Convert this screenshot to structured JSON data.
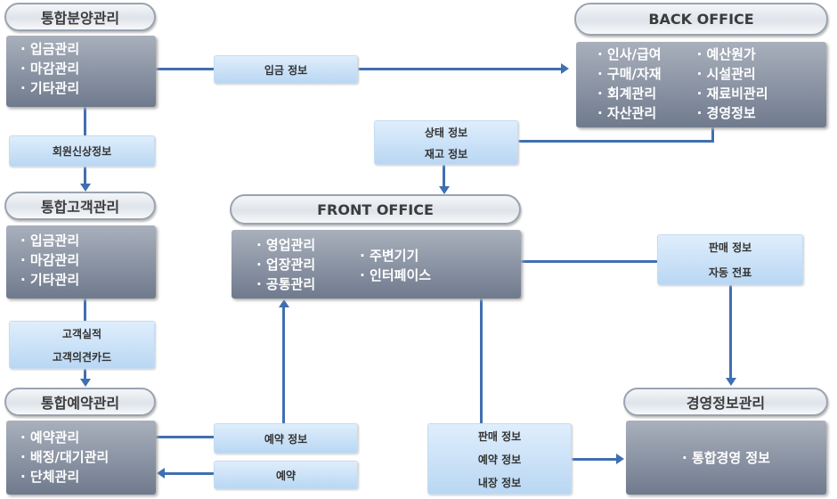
{
  "bunyang": {
    "title": "통합분양관리",
    "items": [
      "입금관리",
      "마감관리",
      "기타관리"
    ]
  },
  "customer": {
    "title": "통합고객관리",
    "items": [
      "입금관리",
      "마감관리",
      "기타관리"
    ]
  },
  "reservation": {
    "title": "통합예약관리",
    "items": [
      "예약관리",
      "배정/대기관리",
      "단체관리"
    ]
  },
  "back_office": {
    "title": "BACK OFFICE",
    "col1": [
      "인사/급여",
      "구매/자재",
      "회계관리",
      "자산관리"
    ],
    "col2": [
      "예산원가",
      "시설관리",
      "재료비관리",
      "경영정보"
    ]
  },
  "front_office": {
    "title": "FRONT OFFICE",
    "col1": [
      "영업관리",
      "업장관리",
      "공통관리"
    ],
    "col2": [
      "주변기기",
      "인터페이스"
    ]
  },
  "management": {
    "title": "경영정보관리",
    "items": [
      "통합경영 정보"
    ]
  },
  "labels": {
    "deposit": "입금 정보",
    "member": "회원신상정보",
    "cust1": "고객실적",
    "cust2": "고객의견카드",
    "status": "상태 정보",
    "stock": "재고 정보",
    "sales": "판매 정보",
    "slip": "자동 전표",
    "resv_info": "예약 정보",
    "resv": "예약",
    "m_sales": "판매 정보",
    "m_resv": "예약 정보",
    "m_visit": "내장 정보"
  }
}
